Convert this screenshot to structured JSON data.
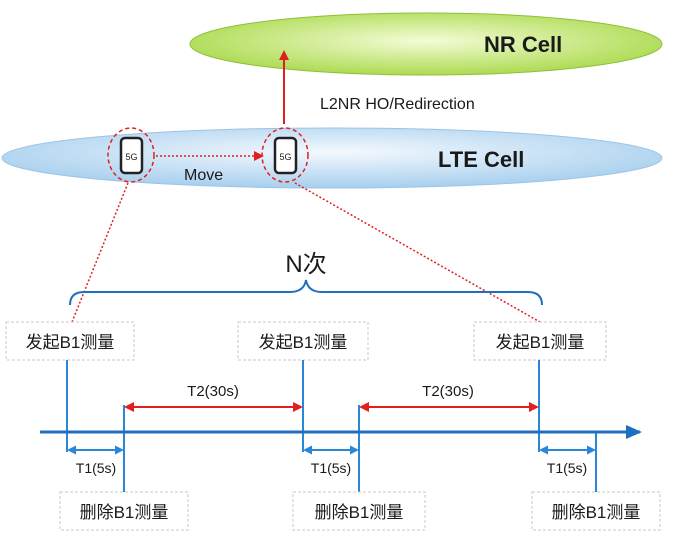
{
  "cells": {
    "nr": {
      "label": "NR Cell",
      "fill_light": "#f2fbd0",
      "fill_dark": "#a6d846",
      "stroke": "#8fbf3a"
    },
    "lte": {
      "label": "LTE Cell",
      "fill_light": "#eef6fd",
      "fill_dark": "#a7cfee",
      "stroke": "#9cc4e6"
    }
  },
  "handover_label": "L2NR HO/Redirection",
  "move_label": "Move",
  "phones": [
    {
      "badge": "5G"
    },
    {
      "badge": "5G"
    }
  ],
  "repeat_label": "N次",
  "start_boxes": [
    {
      "label": "发起B1测量"
    },
    {
      "label": "发起B1测量"
    },
    {
      "label": "发起B1测量"
    }
  ],
  "delete_boxes": [
    {
      "label": "删除B1测量"
    },
    {
      "label": "删除B1测量"
    },
    {
      "label": "删除B1测量"
    }
  ],
  "t1_labels": [
    {
      "label": "T1(5s)"
    },
    {
      "label": "T1(5s)"
    },
    {
      "label": "T1(5s)"
    }
  ],
  "t2_labels": [
    {
      "label": "T2(30s)"
    },
    {
      "label": "T2(30s)"
    }
  ],
  "colors": {
    "red": "#e02020",
    "blue": "#1f6fc0",
    "box_border": "#c8c8c8",
    "text": "#1a1a1a"
  }
}
